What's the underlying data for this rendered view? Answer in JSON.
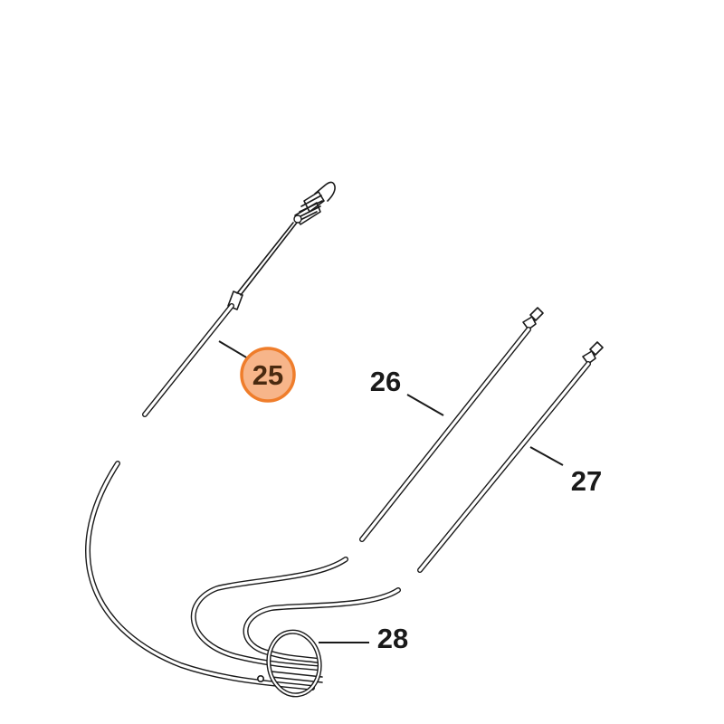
{
  "callouts": {
    "c25": "25",
    "c26": "26",
    "c27": "27",
    "c28": "28"
  },
  "highlighted_callout": "25",
  "colors": {
    "highlight_fill": "#f7b58a",
    "highlight_stroke": "#ef7d2b",
    "line": "#1a1a1a"
  }
}
